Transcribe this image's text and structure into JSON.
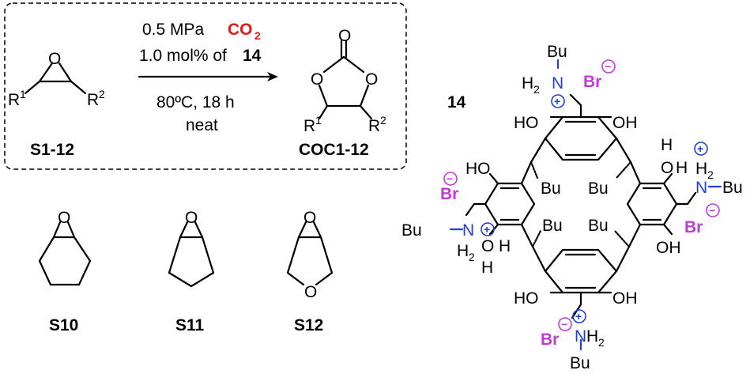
{
  "reaction": {
    "cond_pressure": "0.5 MPa",
    "cond_gas": "CO",
    "cond_gas_sub": "2",
    "cond_loading": "1.0 mol% of",
    "cond_catalyst": "14",
    "cond_temp": "80ºC, 18 h",
    "cond_neat": "neat",
    "substrate_label": "S1-12",
    "product_label": "COC1-12",
    "r1": "R",
    "r1_sup": "1",
    "r2": "R",
    "r2_sup": "2",
    "atom_O": "O"
  },
  "substrates": [
    {
      "label": "S10"
    },
    {
      "label": "S11"
    },
    {
      "label": "S12"
    }
  ],
  "catalyst": {
    "label": "14",
    "OH": "OH",
    "HO": "HO",
    "O": "O",
    "H": "H",
    "Bu": "Bu",
    "N": "N",
    "H2": "H",
    "H2_sub": "2",
    "Br": "Br",
    "plus": "+",
    "minus": "−"
  },
  "colors": {
    "co2": "#e01a1a",
    "nitrogen": "#1f3fd6",
    "bromide": "#c23bd6"
  }
}
